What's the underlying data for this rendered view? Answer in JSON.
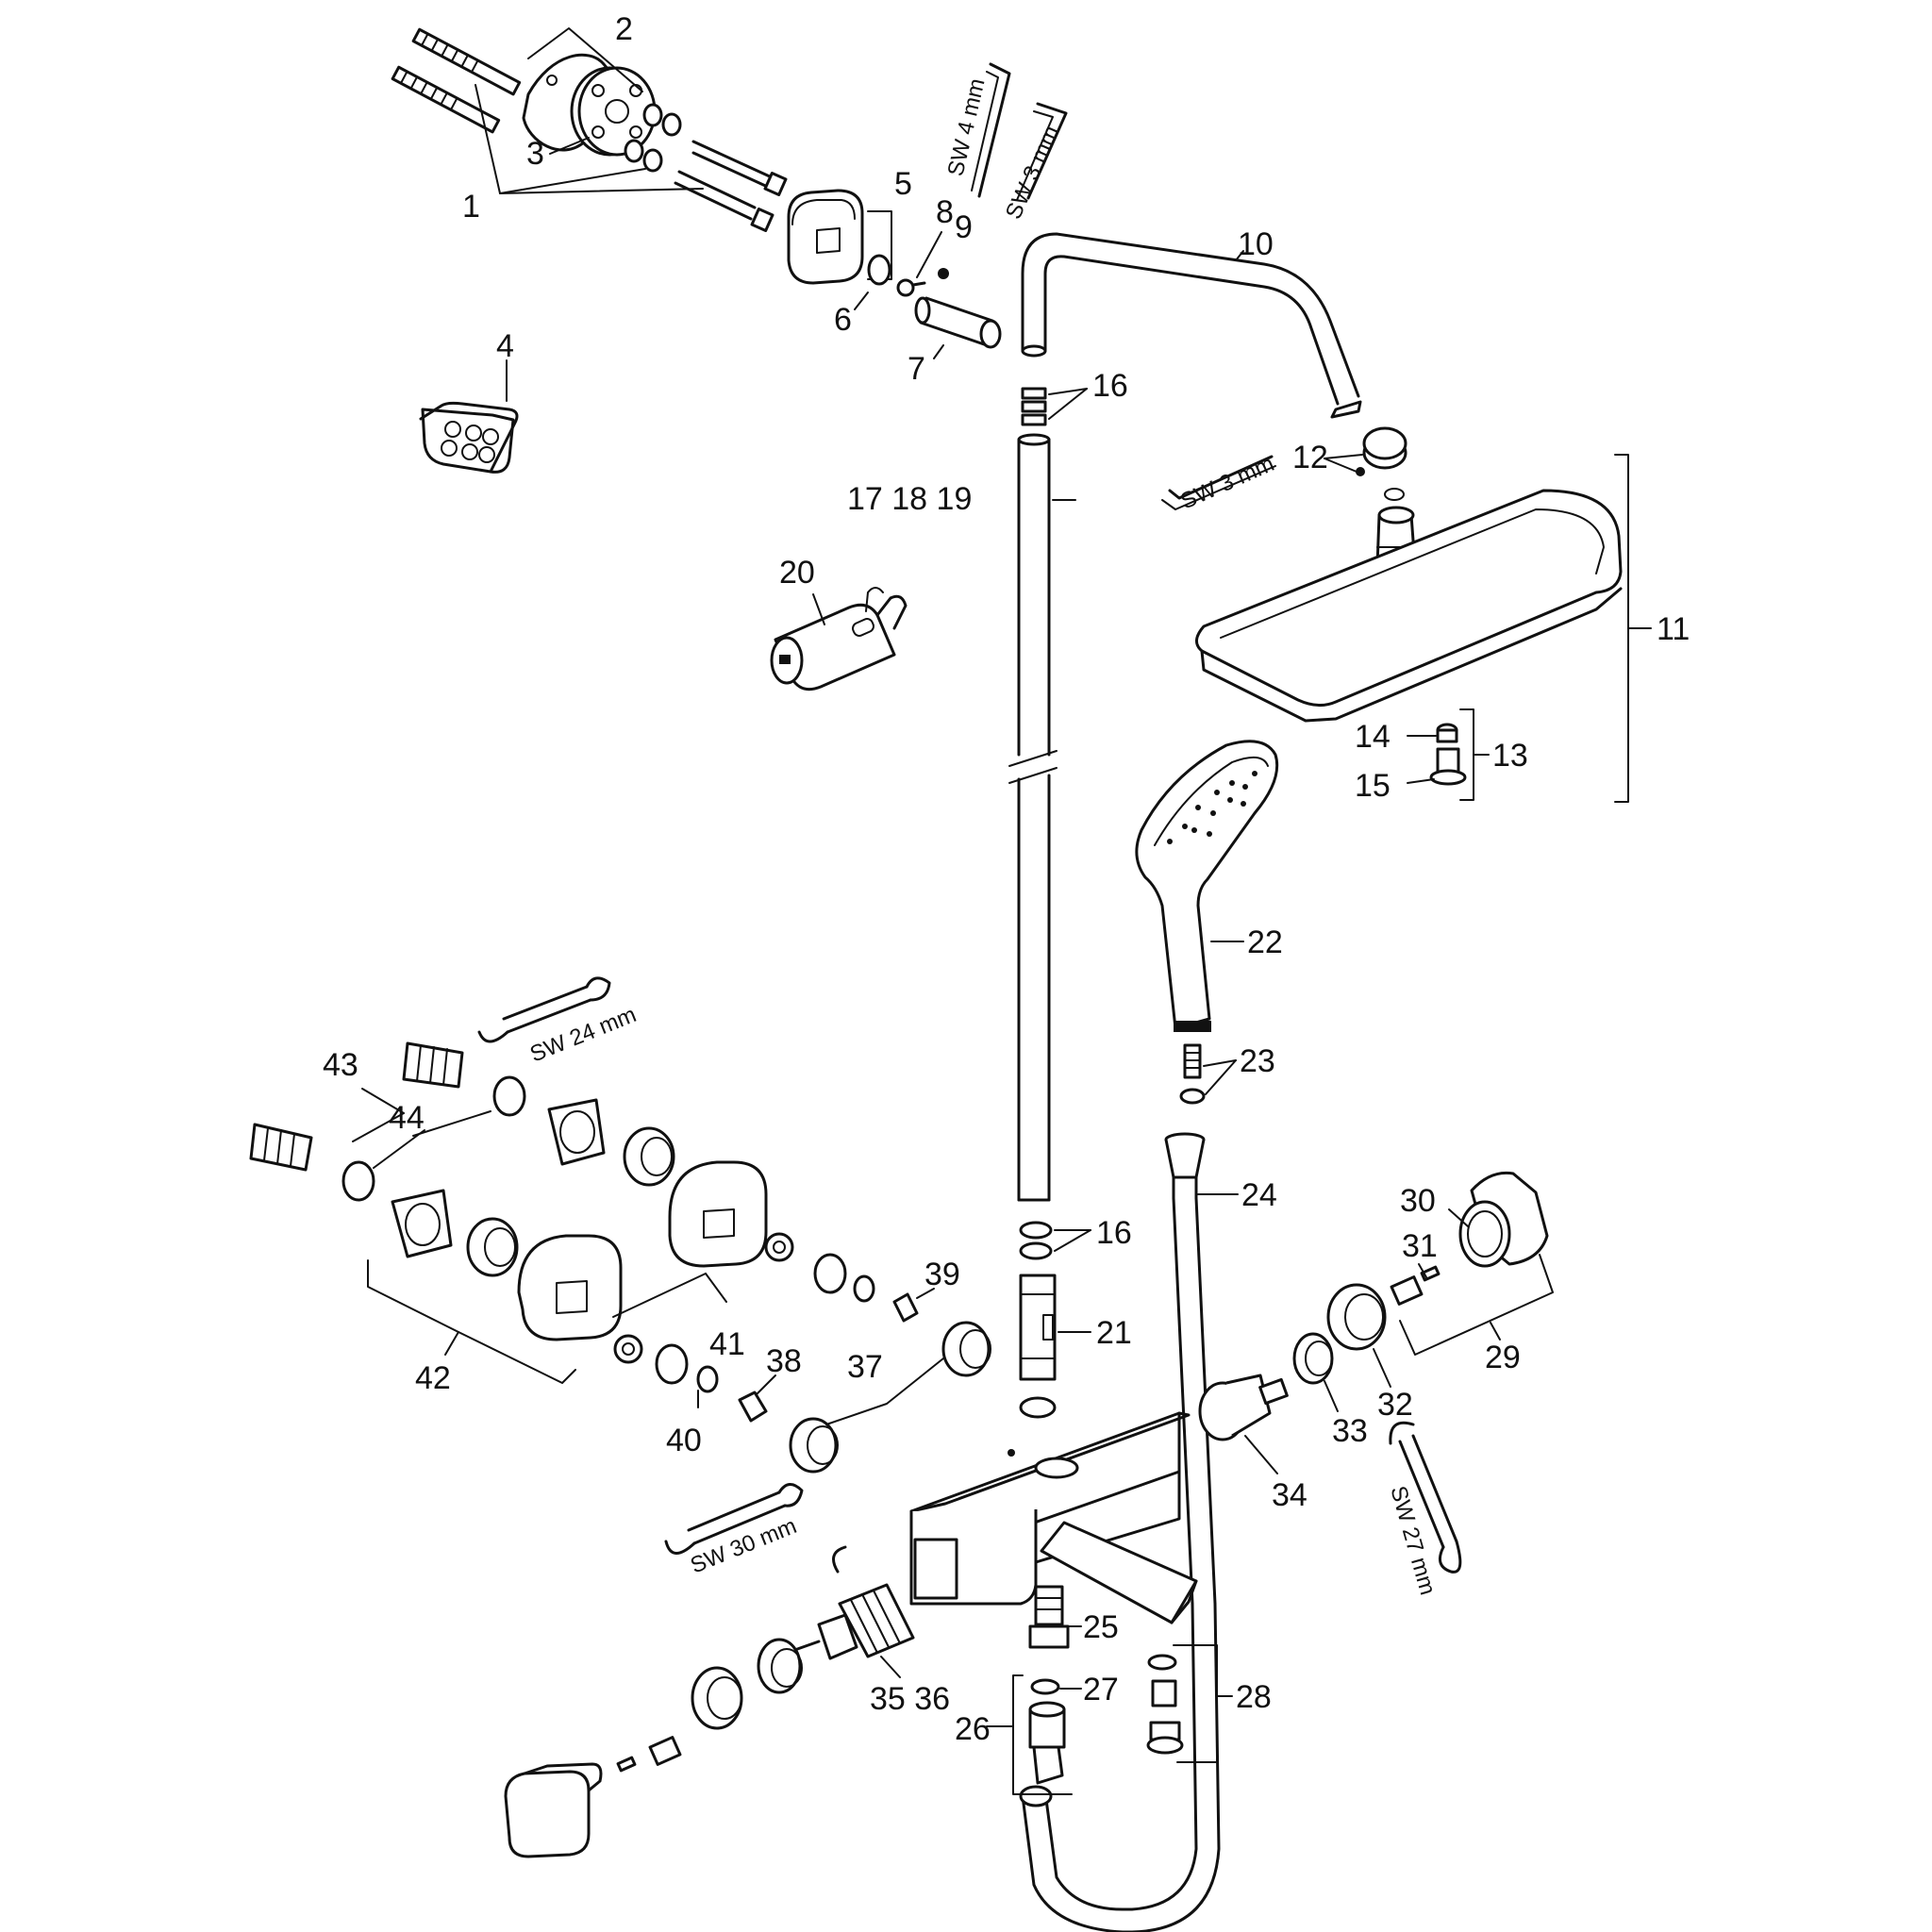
{
  "labels": {
    "l1": "1",
    "l2": "2",
    "l3": "3",
    "l4": "4",
    "l5": "5",
    "l6": "6",
    "l7": "7",
    "l8": "8",
    "l9": "9",
    "l10": "10",
    "l11": "11",
    "l12": "12",
    "l13": "13",
    "l14": "14",
    "l15": "15",
    "l16a": "16",
    "l16b": "16",
    "l171819": "17 18 19",
    "l20": "20",
    "l21": "21",
    "l22": "22",
    "l23": "23",
    "l24": "24",
    "l25": "25",
    "l26": "26",
    "l27": "27",
    "l28": "28",
    "l29": "29",
    "l30": "30",
    "l31": "31",
    "l32": "32",
    "l33": "33",
    "l34": "34",
    "l3536": "35 36",
    "l37": "37",
    "l38": "38",
    "l39": "39",
    "l40": "40",
    "l41": "41",
    "l42": "42",
    "l43": "43",
    "l44": "44"
  },
  "tools": {
    "sw4": "SW 4 mm",
    "sw3a": "SW 3 mm",
    "sw3b": "SW 3 mm",
    "sw24": "SW 24 mm",
    "sw30": "SW 30 mm",
    "sw27": "SW 27 mm"
  }
}
